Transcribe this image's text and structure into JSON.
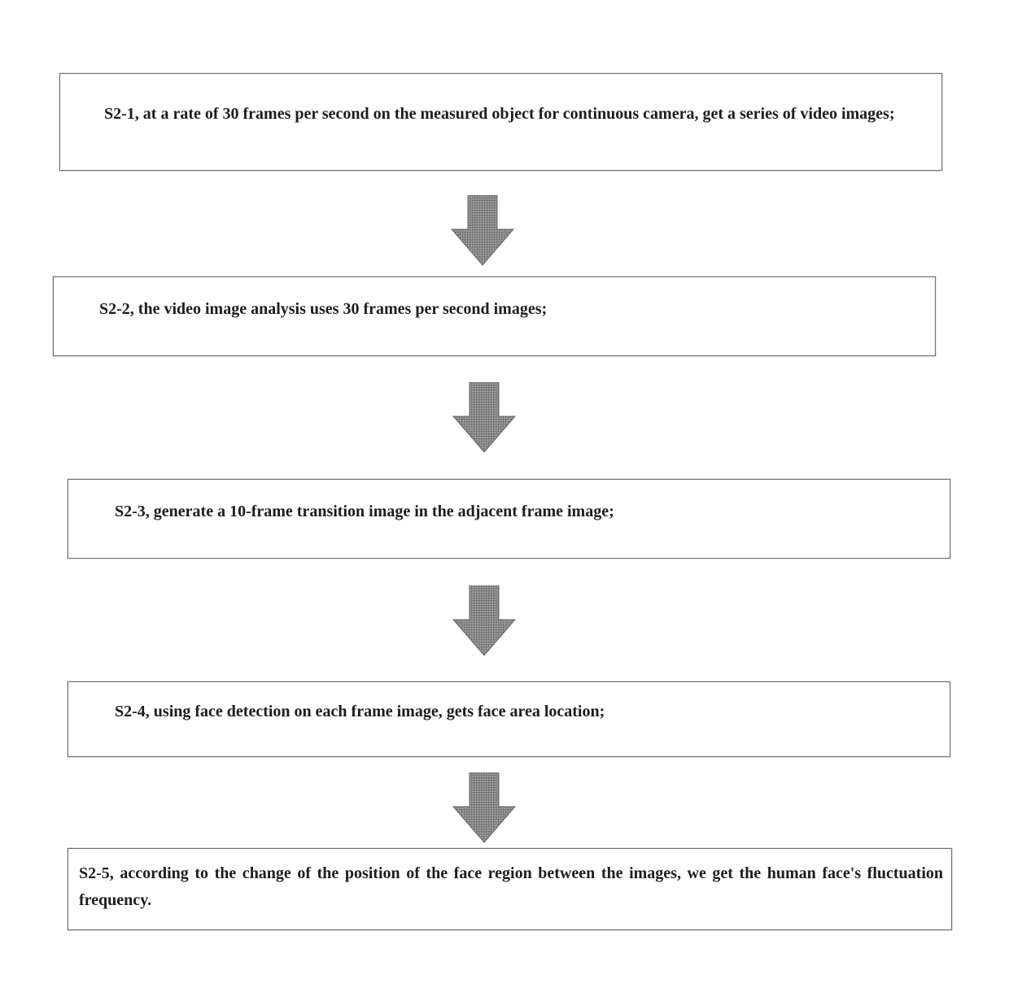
{
  "flowchart": {
    "steps": [
      {
        "text": "S2-1, at a rate of 30 frames per second on the measured object for continuous camera, get a series of video images;"
      },
      {
        "text": "S2-2, the video image analysis uses 30 frames per second images;"
      },
      {
        "text": "S2-3, generate a 10-frame transition image in the adjacent frame image;"
      },
      {
        "text": "S2-4, using face detection on each frame image, gets face area location;"
      },
      {
        "text": "S2-5, according to the change of the position of the face region between the images, we get the human face's fluctuation frequency."
      }
    ],
    "arrow_icon": "down-arrow-icon",
    "colors": {
      "box_border": "#6f6f6f",
      "arrow_fill": "#7a7a7a",
      "text": "#1d1d1d"
    }
  }
}
